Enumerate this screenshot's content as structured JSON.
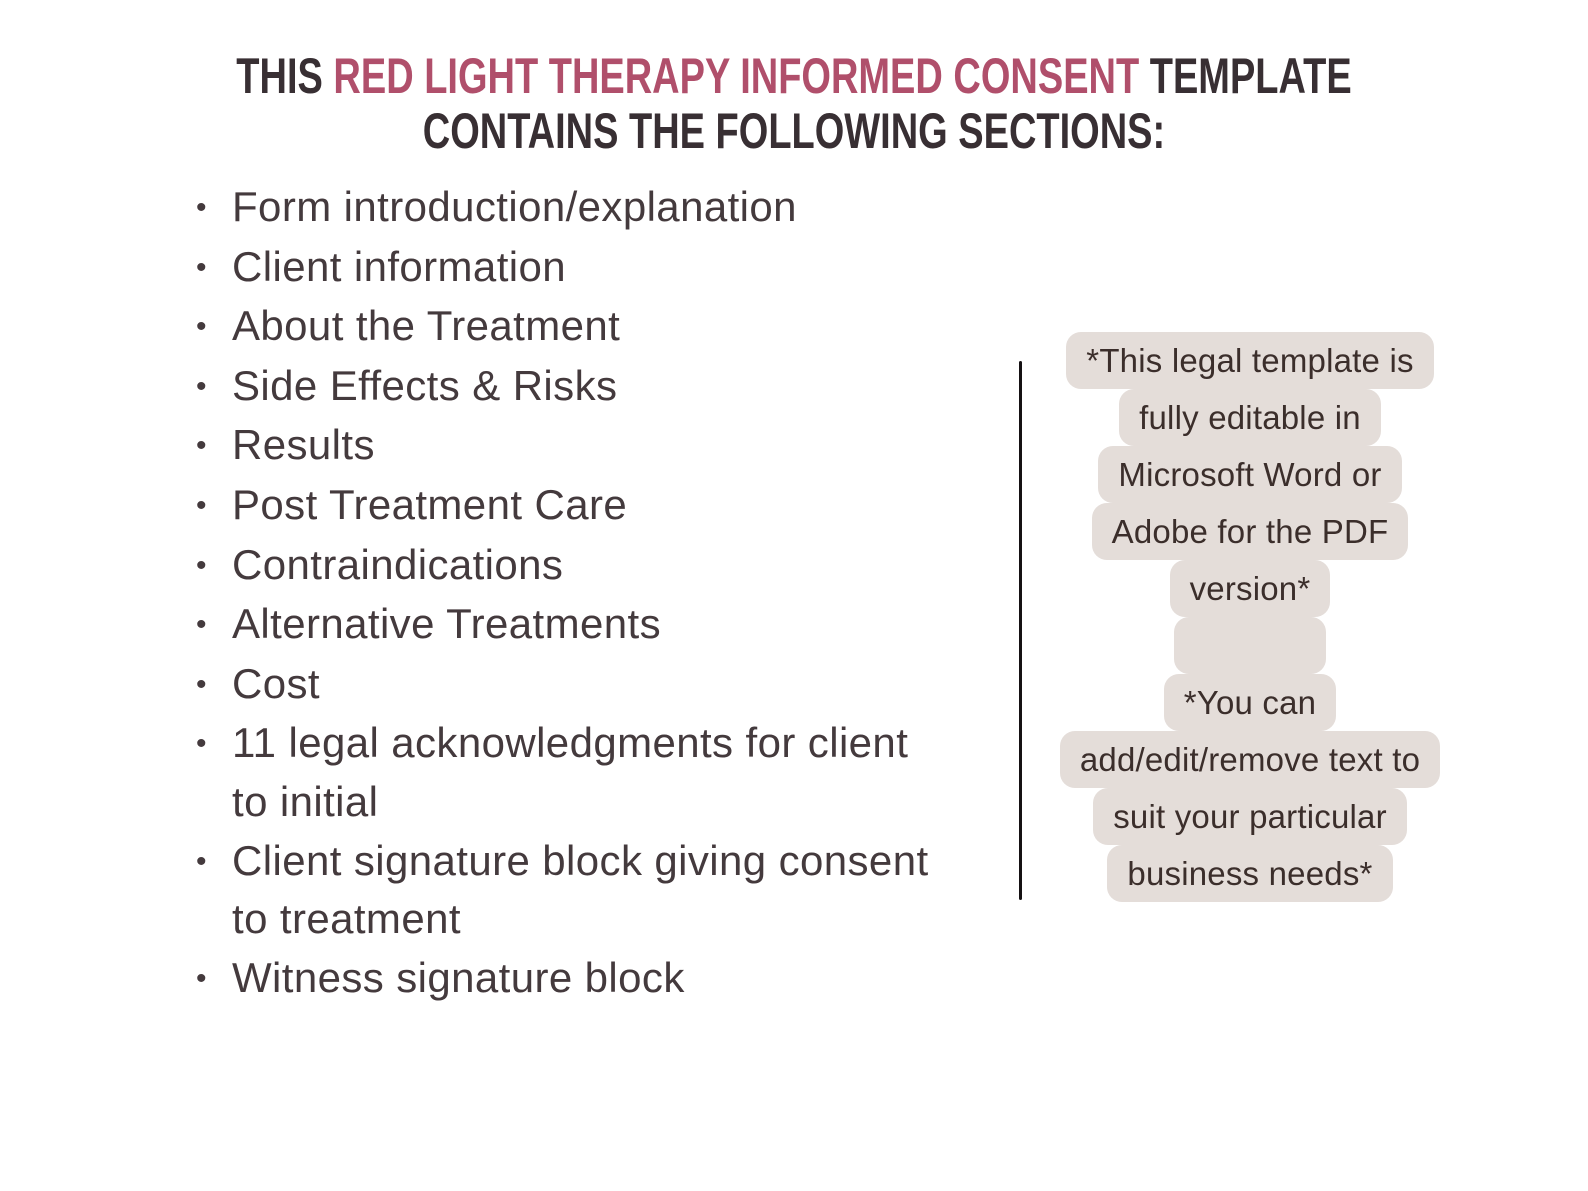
{
  "colors": {
    "page-bg": "#ffffff",
    "accent": "#b04f6b",
    "title": "#382f33",
    "list": "#443a3d",
    "note-text": "#3b2e2b",
    "highlight": "#e4ddd9",
    "divider": "#151113"
  },
  "title": {
    "line1_prefix": "THIS ",
    "line1_accent": "RED LIGHT THERAPY INFORMED CONSENT",
    "line1_suffix": " TEMPLATE",
    "line2": "CONTAINS THE FOLLOWING SECTIONS:"
  },
  "bullets": {
    "glyph": "•",
    "items": [
      {
        "lines": [
          "Form introduction/explanation"
        ]
      },
      {
        "lines": [
          "Client information"
        ]
      },
      {
        "lines": [
          "About the Treatment"
        ]
      },
      {
        "lines": [
          "Side Effects & Risks"
        ]
      },
      {
        "lines": [
          "Results"
        ]
      },
      {
        "lines": [
          "Post Treatment Care"
        ]
      },
      {
        "lines": [
          "Contraindications"
        ]
      },
      {
        "lines": [
          "Alternative Treatments"
        ]
      },
      {
        "lines": [
          "Cost"
        ]
      },
      {
        "lines": [
          "11 legal acknowledgments for client",
          "to initial"
        ]
      },
      {
        "lines": [
          "Client signature block giving consent",
          "to treatment"
        ]
      },
      {
        "lines": [
          "Witness signature block"
        ]
      }
    ]
  },
  "note": {
    "lines": [
      "*This legal template is",
      "fully editable in",
      "Microsoft Word or",
      "Adobe for the PDF",
      "version*",
      "",
      "*You can",
      "add/edit/remove text to",
      "suit your particular",
      "business needs*"
    ]
  }
}
